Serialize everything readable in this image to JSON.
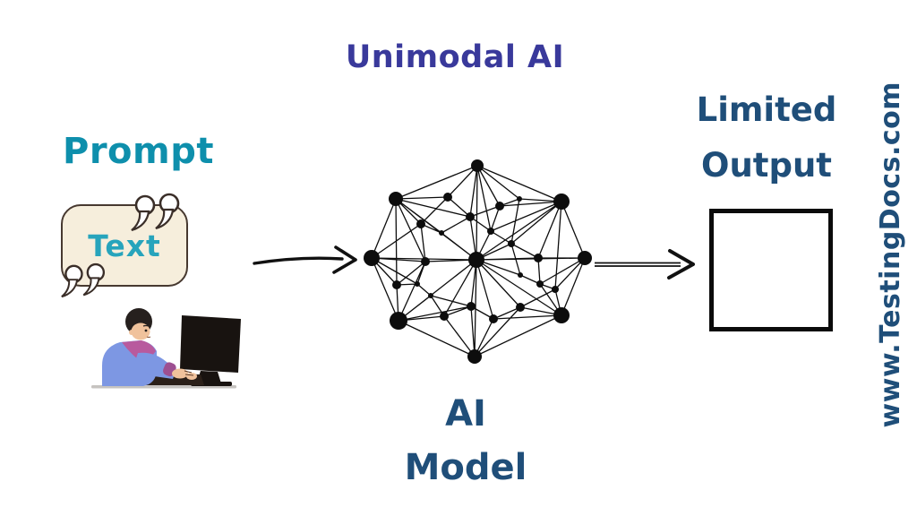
{
  "title": {
    "label": "Unimodal AI",
    "color": "#39399B"
  },
  "input": {
    "heading": "Prompt",
    "heading_color": "#0E8FAC",
    "bubble_label": "Text",
    "bubble_text_color": "#27A4BC",
    "bubble_fill": "#F6EEDC",
    "bubble_border": "#473930"
  },
  "model": {
    "lines": [
      "AI",
      "Model"
    ],
    "color": "#1F4E79"
  },
  "output": {
    "lines": [
      "Limited",
      "Output"
    ],
    "color": "#1F4E79",
    "box_border": "#0B0B0B"
  },
  "watermark": {
    "label": "www.TestingDocs.com",
    "color": "#1F4E79"
  },
  "graphics": {
    "network": "neural-network-graph",
    "person": "person-typing-at-computer",
    "bubble": "text-speech-bubble",
    "square": "empty-output-box",
    "arrows": [
      "input-to-model-arrow",
      "model-to-output-arrow"
    ],
    "ink": "#111111"
  }
}
